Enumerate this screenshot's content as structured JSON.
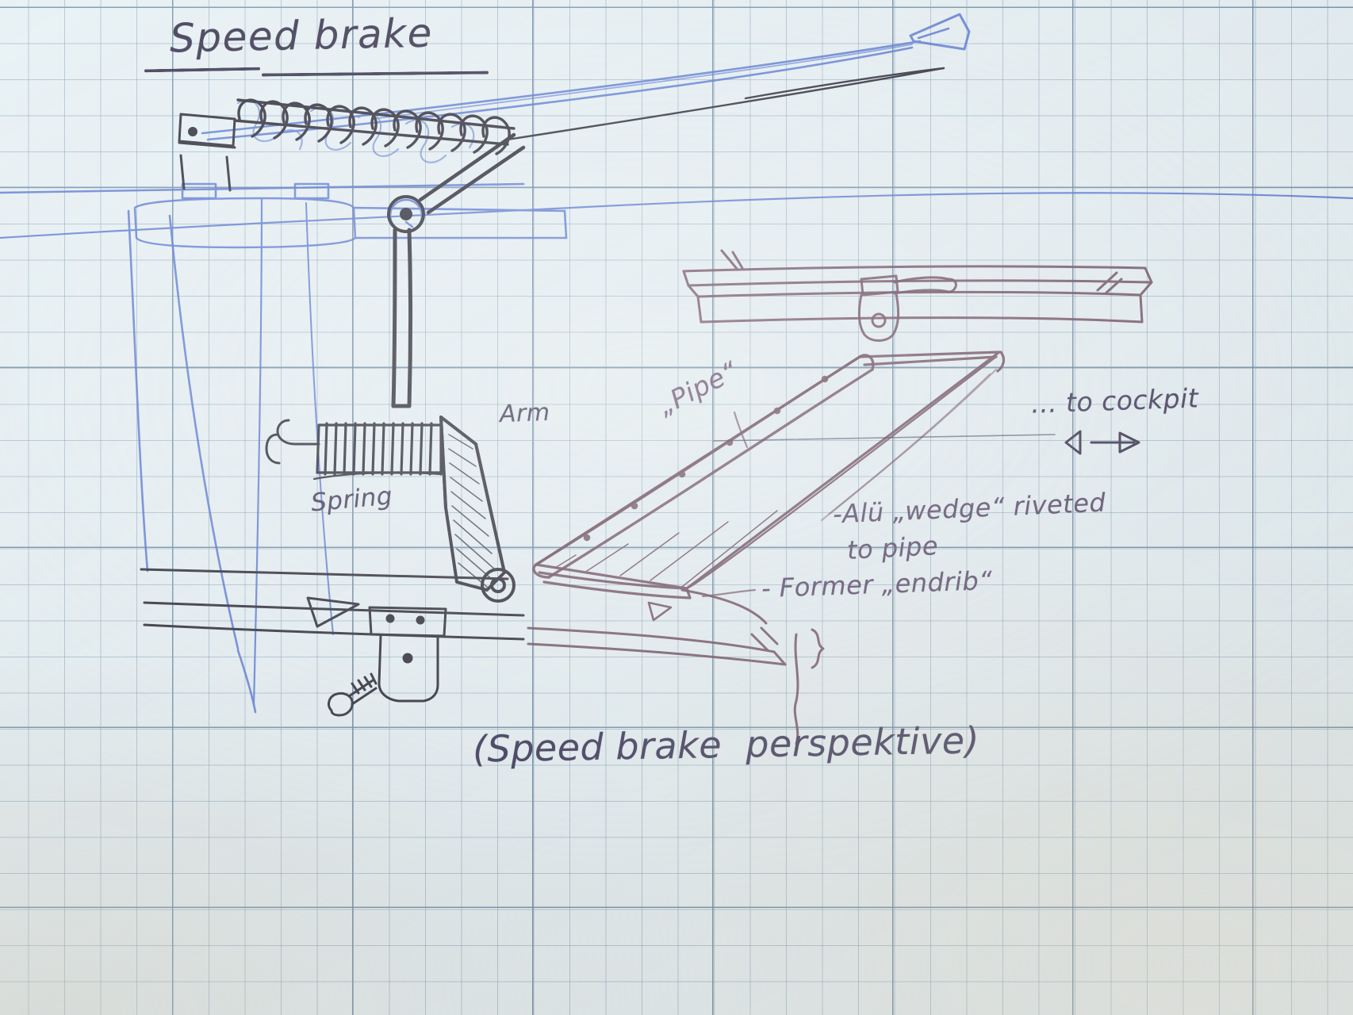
{
  "document": {
    "kind": "hand-drawn engineering sketch on graph paper",
    "title": "Speed brake",
    "caption": "(Speed brake  perspektive)"
  },
  "labels": {
    "arm": "Arm",
    "spring": "Spring",
    "pipe": "„Pipe“",
    "to_cockpit": "... to cockpit",
    "alu_wedge": "-Alü „wedge“ riveted",
    "to_pipe": "to pipe",
    "former_endrib": "- Former „endrib“"
  },
  "colors": {
    "paper": "#e6f0f4",
    "grid_minor": "#7896af",
    "grid_major": "#5f7d9b",
    "ink_black": "#2b2b38",
    "ink_blue": "#4f6fd0",
    "ink_purple": "#6e5878",
    "ink_maroon": "#6b4a5c"
  },
  "drawing": {
    "views": [
      {
        "name": "side-view-mechanism",
        "description": "speed brake arm, torsion spring, pivot and actuating rod, drawn in black pen over blue construction lines"
      },
      {
        "name": "perspective-view",
        "description": "pipe with alu wedge riveted, former endrib, bracket and control run to cockpit"
      }
    ],
    "parts": [
      "spring (upper coil)",
      "spring (lower coil)",
      "arm",
      "pivot",
      "pipe",
      "alu wedge",
      "former endrib",
      "bracket",
      "bolt / screw",
      "control cable to cockpit"
    ]
  }
}
